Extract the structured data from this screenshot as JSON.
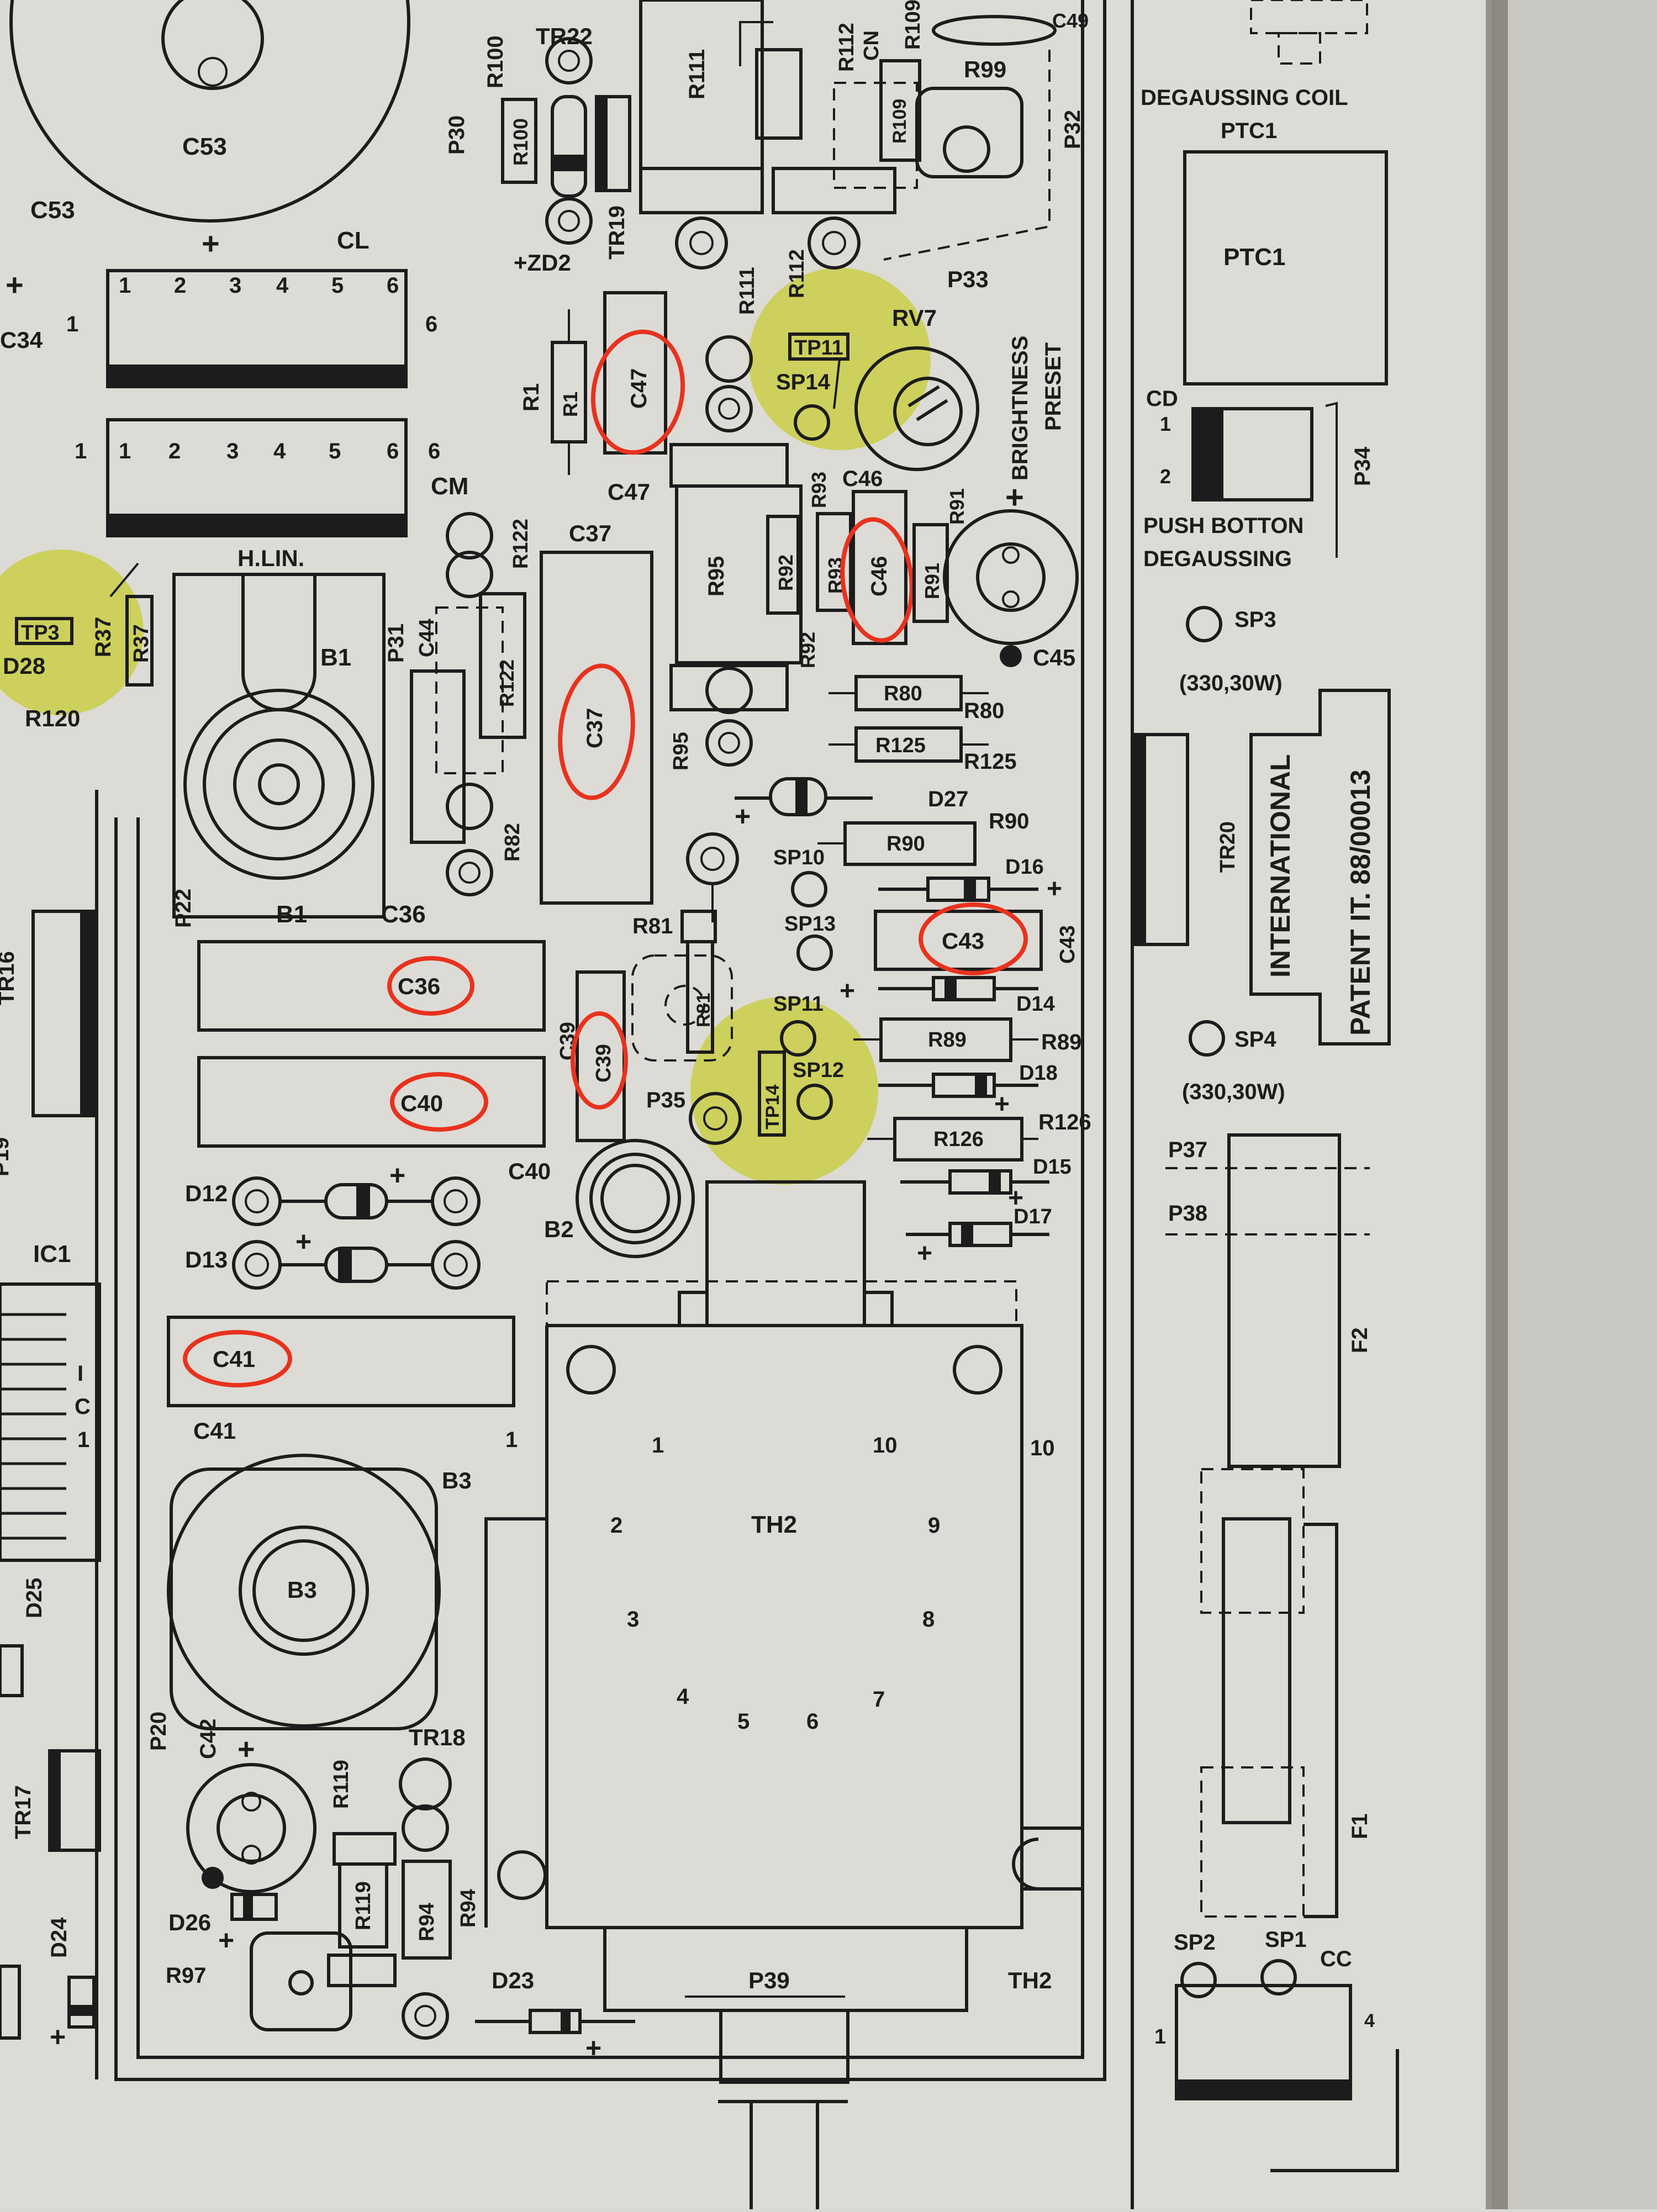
{
  "labels": {
    "top_right": {
      "degaussing_coil": "DEGAUSSING COIL",
      "ptc1_top": "PTC1",
      "ptc1_box": "PTC1",
      "cd": "CD",
      "cd_1": "1",
      "cd_2": "2",
      "p34": "P34",
      "push_button_line1": "PUSH BOTTON",
      "push_button_line2": "DEGAUSSING",
      "sp3": "SP3",
      "spec1": "(330,30W)",
      "tr20": "TR20",
      "international": "INTERNATIONAL",
      "patent": "PATENT IT. 88/00013",
      "sp4": "SP4",
      "spec2": "(330,30W)",
      "p37": "P37",
      "p38": "P38",
      "f2": "F2",
      "f1": "F1",
      "sp2": "SP2",
      "sp1": "SP1",
      "cc": "CC",
      "cc_1": "1",
      "cc_4": "4"
    },
    "left": {
      "c53_top": "C53",
      "c53_side": "C53",
      "cl": "CL",
      "cl_pins": [
        "1",
        "2",
        "3",
        "4",
        "5",
        "6"
      ],
      "cl_6": "6",
      "cl_1": "1",
      "c34": "C34",
      "cm_pins": [
        "1",
        "2",
        "3",
        "4",
        "5",
        "6"
      ],
      "cm_left1": "1",
      "cm_right6": "6",
      "cm": "CM",
      "tp3": "TP3",
      "d28": "D28",
      "r37a": "R37",
      "r37b": "R37",
      "r120": "R120",
      "h_lin": "H.LIN.",
      "b1a": "B1",
      "b1b": "B1",
      "p31": "P31",
      "p22": "P22",
      "c36": "C36",
      "c36_lbl": "C36",
      "c40": "C40",
      "c40_lbl": "C40",
      "tr16": "TR16",
      "p19": "P19",
      "d12": "D12",
      "d13": "D13",
      "ic1": "IC1",
      "ic1_vert": [
        "I",
        "C",
        "1"
      ],
      "c41": "C41",
      "c41_lbl": "C41",
      "b3a": "B3",
      "b3b": "B3",
      "d25": "D25",
      "p20": "P20",
      "c42": "C42",
      "tr17": "TR17",
      "tr18": "TR18",
      "r119a": "R119",
      "r119b": "R119",
      "r94a": "R94",
      "r94b": "R94",
      "d26": "D26",
      "d24": "D24",
      "r97": "R97",
      "d23": "D23"
    },
    "center": {
      "r100a": "R100",
      "r100b": "R100",
      "tr22": "TR22",
      "p30": "P30",
      "tr19": "TR19",
      "zd2": "+ZD2",
      "r111a": "R111",
      "r111b": "R111",
      "r112a": "R112",
      "r112b": "R112",
      "cn": "CN",
      "r109a": "R109",
      "r109b": "R109",
      "r99": "R99",
      "c49": "C49",
      "p32": "P32",
      "p33": "P33",
      "r1a": "R1",
      "r1b": "R1",
      "c47_lbl": "C47",
      "c47": "C47",
      "tp11": "TP11",
      "sp14": "SP14",
      "rv7": "RV7",
      "brightness": "BRIGHTNESS",
      "preset": "PRESET",
      "r93a": "R93",
      "r93b": "R93",
      "c46_top": "C46",
      "c46": "C46",
      "r91a": "R91",
      "r91b": "R91",
      "r122a": "R122",
      "r122b": "R122",
      "c37_top": "C37",
      "c37": "C37",
      "r95a": "R95",
      "r95b": "R95",
      "r92a": "R92",
      "r92b": "R92",
      "c44": "C44",
      "c45": "C45",
      "r80a": "R80",
      "r80b": "R80",
      "r125a": "R125",
      "r125b": "R125",
      "d27": "D27",
      "r82": "R82",
      "r90a": "R90",
      "r90b": "R90",
      "d16": "D16",
      "sp10": "SP10",
      "sp13": "SP13",
      "r81a": "R81",
      "r81b": "R81",
      "c43": "C43",
      "c43_side": "C43",
      "d14": "D14",
      "sp11": "SP11",
      "c39_side": "C39",
      "c39": "C39",
      "r89a": "R89",
      "r89b": "R89",
      "tp14": "TP14",
      "sp12": "SP12",
      "d18": "D18",
      "p35": "P35",
      "r126a": "R126",
      "r126b": "R126",
      "d15": "D15",
      "d17": "D17",
      "b2": "B2",
      "th2": "TH2",
      "th2_bottom": "TH2",
      "p39": "P39",
      "pins": [
        "1",
        "2",
        "3",
        "4",
        "5",
        "6",
        "7",
        "8",
        "9",
        "10"
      ],
      "left1": "1",
      "right10": "10"
    }
  },
  "colors": {
    "paper": "#d9d8d2",
    "ink": "#1c1c1c",
    "red_circle": "#e8321e",
    "highlight": "#c9cd3a"
  }
}
